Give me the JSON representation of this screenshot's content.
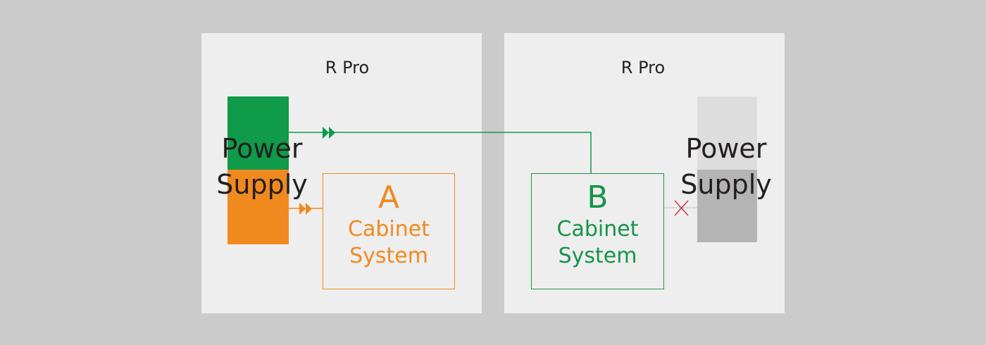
{
  "colors": {
    "background": "#cacbca",
    "panel": "#eeeeee",
    "active_green": "#0f9b4a",
    "active_orange": "#f08a1e",
    "inactive_light": "#dcdddc",
    "inactive_dark": "#b4b4b4",
    "fault_red": "#c6363c"
  },
  "panels": [
    {
      "title": "R Pro",
      "power_supply": {
        "label_line1": "Power",
        "label_line2": "Supply",
        "status": "active"
      },
      "cabinet": {
        "letter": "A",
        "line1": "Cabinet",
        "line2": "System"
      }
    },
    {
      "title": "R Pro",
      "power_supply": {
        "label_line1": "Power",
        "label_line2": "Supply",
        "status": "inactive"
      },
      "cabinet": {
        "letter": "B",
        "line1": "Cabinet",
        "line2": "System"
      }
    }
  ],
  "icons": {
    "flow_arrow": "double-triangle-arrow-icon",
    "fault": "cross-fault-icon"
  }
}
